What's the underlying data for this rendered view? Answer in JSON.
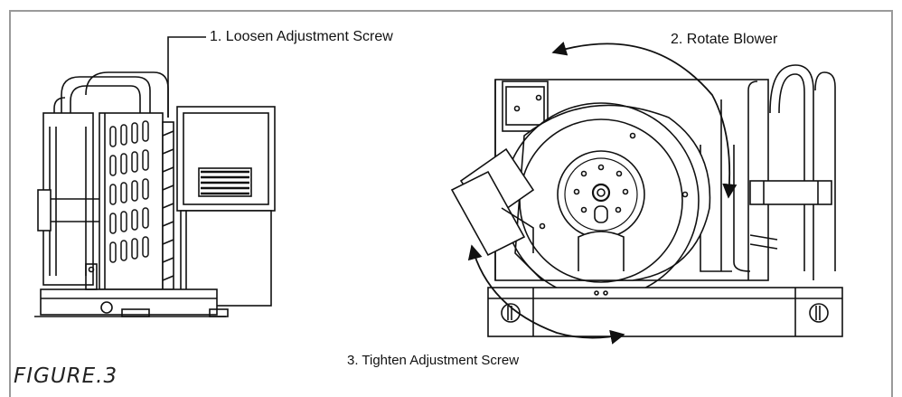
{
  "labels": {
    "step1": "1. Loosen Adjustment Screw",
    "step2": "2. Rotate Blower",
    "step3": "3. Tighten Adjustment Screw"
  },
  "caption": "FIGURE.3",
  "colors": {
    "line": "#111111",
    "frame": "#9a9a9a",
    "background": "#ffffff"
  },
  "parts": {
    "left_view": "side-view-unit",
    "right_view": "front-view-unit",
    "arrows": [
      "rotate-arrow-top",
      "rotate-arrow-bottom"
    ]
  }
}
